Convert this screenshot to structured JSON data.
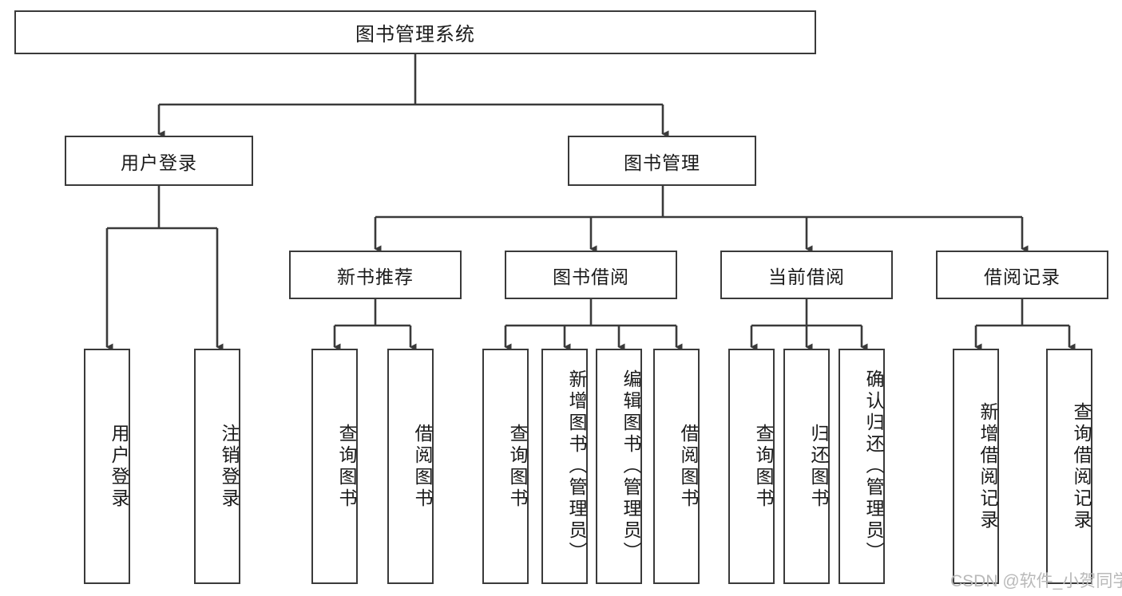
{
  "diagram": {
    "type": "tree",
    "title": "图书管理系统",
    "levels": {
      "root": {
        "label": "图书管理系统"
      },
      "level2": [
        {
          "id": "user-login",
          "label": "用户登录"
        },
        {
          "id": "book-manage",
          "label": "图书管理"
        }
      ],
      "level3": [
        {
          "id": "new-book-recommend",
          "label": "新书推荐",
          "parent": "book-manage"
        },
        {
          "id": "book-borrow",
          "label": "图书借阅",
          "parent": "book-manage"
        },
        {
          "id": "current-borrow",
          "label": "当前借阅",
          "parent": "book-manage"
        },
        {
          "id": "borrow-record",
          "label": "借阅记录",
          "parent": "book-manage"
        }
      ],
      "leaves": [
        {
          "id": "leaf-user-login",
          "label": "用户登录",
          "parent": "user-login"
        },
        {
          "id": "leaf-logout",
          "label": "注销登录",
          "parent": "user-login"
        },
        {
          "id": "leaf-query-book-1",
          "label": "查询图书",
          "parent": "new-book-recommend"
        },
        {
          "id": "leaf-borrow-book-1",
          "label": "借阅图书",
          "parent": "new-book-recommend"
        },
        {
          "id": "leaf-query-book-2",
          "label": "查询图书",
          "parent": "book-borrow"
        },
        {
          "id": "leaf-add-book",
          "label": "新增图书（管理员）",
          "parent": "book-borrow"
        },
        {
          "id": "leaf-edit-book",
          "label": "编辑图书（管理员）",
          "parent": "book-borrow"
        },
        {
          "id": "leaf-borrow-book-2",
          "label": "借阅图书",
          "parent": "book-borrow"
        },
        {
          "id": "leaf-query-book-3",
          "label": "查询图书",
          "parent": "current-borrow"
        },
        {
          "id": "leaf-return-book",
          "label": "归还图书",
          "parent": "current-borrow"
        },
        {
          "id": "leaf-confirm-return",
          "label": "确认归还（管理员）",
          "parent": "current-borrow"
        },
        {
          "id": "leaf-add-record",
          "label": "新增借阅记录",
          "parent": "borrow-record"
        },
        {
          "id": "leaf-query-record",
          "label": "查询借阅记录",
          "parent": "borrow-record"
        }
      ]
    },
    "colors": {
      "box_border": "#3a3a3a",
      "box_fill": "#ffffff",
      "connector": "#3a3a3a",
      "text": "#1a1a1a",
      "watermark": "#b9b9b9"
    }
  },
  "watermark": {
    "text": "CSDN @软件_小贺同学"
  }
}
